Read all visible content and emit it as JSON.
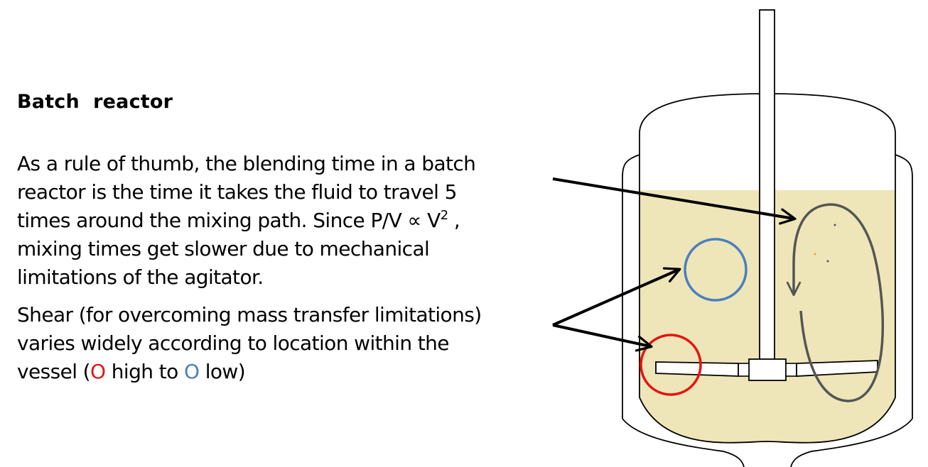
{
  "heading": "Batch  reactor",
  "paragraph1": {
    "line1": "As a rule of thumb, the blending time in a batch",
    "line2": "reactor is the time it takes the fluid to travel 5",
    "line3_before": "times around the mixing path.  Since P/V ∝ V",
    "line3_sup": "2",
    "line3_after": " ,",
    "line4": "mixing times get slower due to mechanical",
    "line5": "limitations of the agitator."
  },
  "paragraph2": {
    "line1": "Shear (for overcoming mass transfer limitations)",
    "line2": "varies widely according to location within the",
    "line3_a": "vessel (",
    "marker_high": "O",
    "line3_b": " high to ",
    "marker_low": "O",
    "line3_c": " low)"
  },
  "colors": {
    "fluid": "#eee6b8",
    "high_shear": "#e8130f",
    "low_shear": "#4a7fc1",
    "flow_path": "#555555",
    "outline": "#000000"
  }
}
